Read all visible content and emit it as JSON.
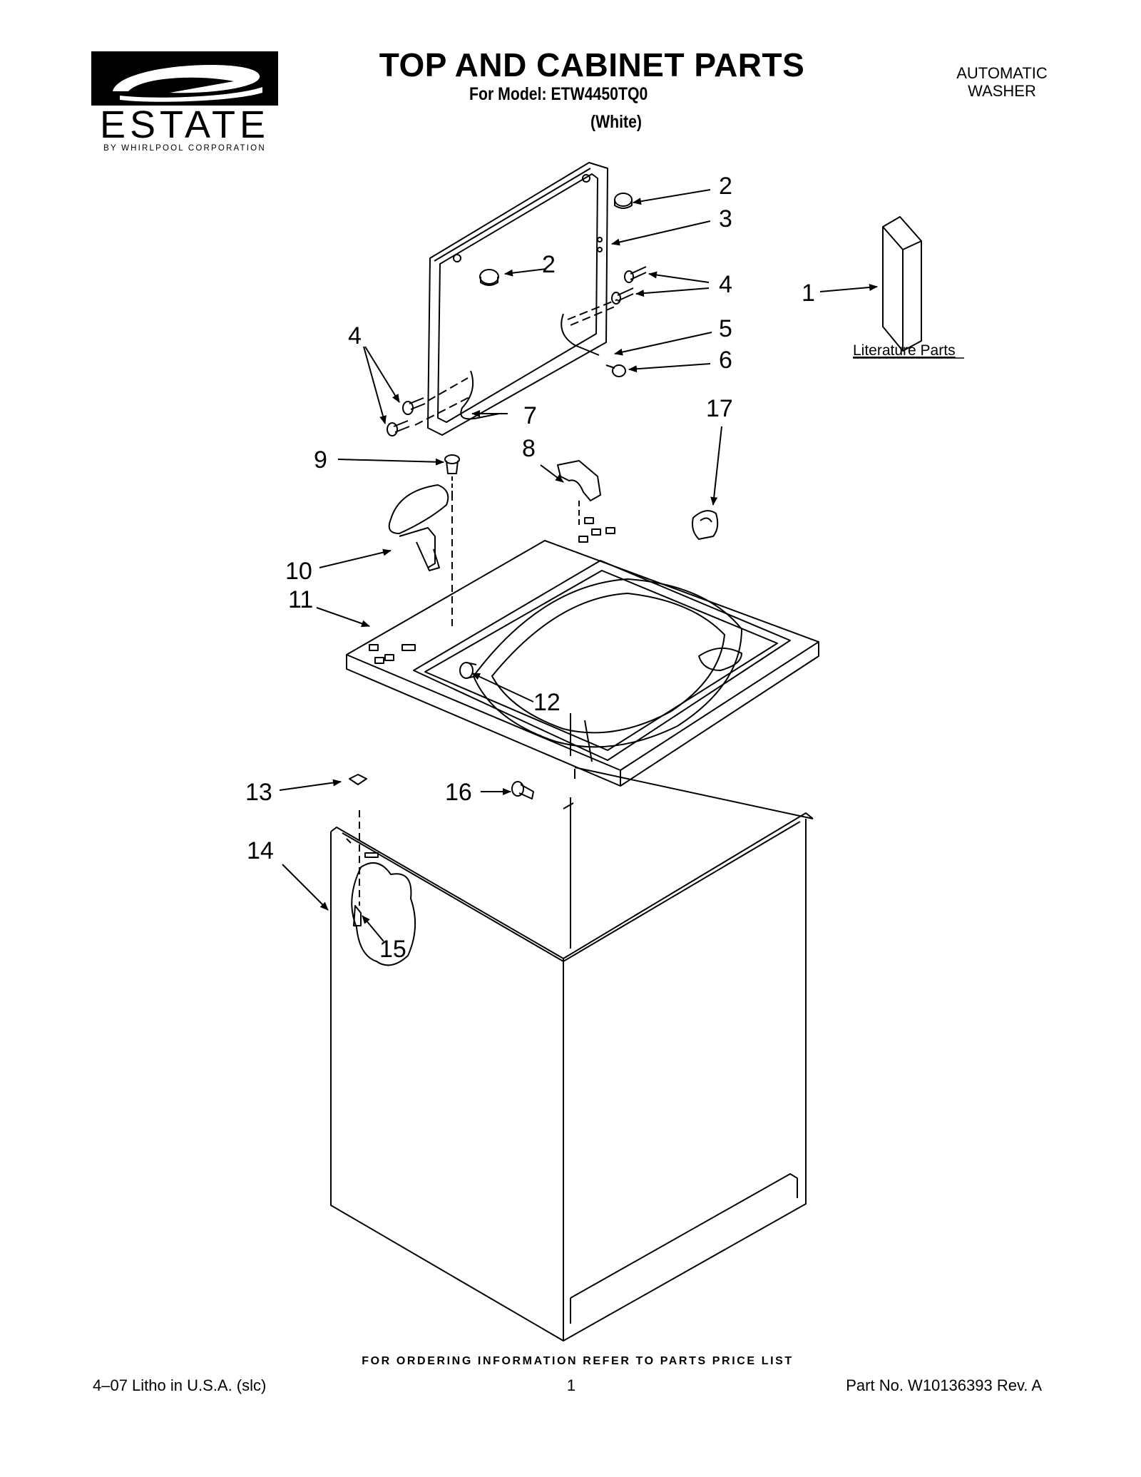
{
  "header": {
    "logo_text": "ESTATE",
    "logo_subtext": "BY WHIRLPOOL CORPORATION",
    "title": "TOP AND CABINET PARTS",
    "model_line": "For Model: ETW4450TQ0",
    "color_line": "(White)",
    "product_type_line1": "AUTOMATIC",
    "product_type_line2": "WASHER"
  },
  "diagram": {
    "literature_label": "Literature Parts",
    "callouts": [
      "1",
      "2",
      "2",
      "3",
      "4",
      "4",
      "5",
      "6",
      "7",
      "8",
      "9",
      "10",
      "11",
      "12",
      "13",
      "14",
      "15",
      "16",
      "17"
    ]
  },
  "footer": {
    "ordering_info": "FOR ORDERING INFORMATION REFER TO PARTS PRICE LIST",
    "print_info": "4–07 Litho in U.S.A. (slc)",
    "page_number": "1",
    "part_number": "Part No. W10136393 Rev. A"
  }
}
